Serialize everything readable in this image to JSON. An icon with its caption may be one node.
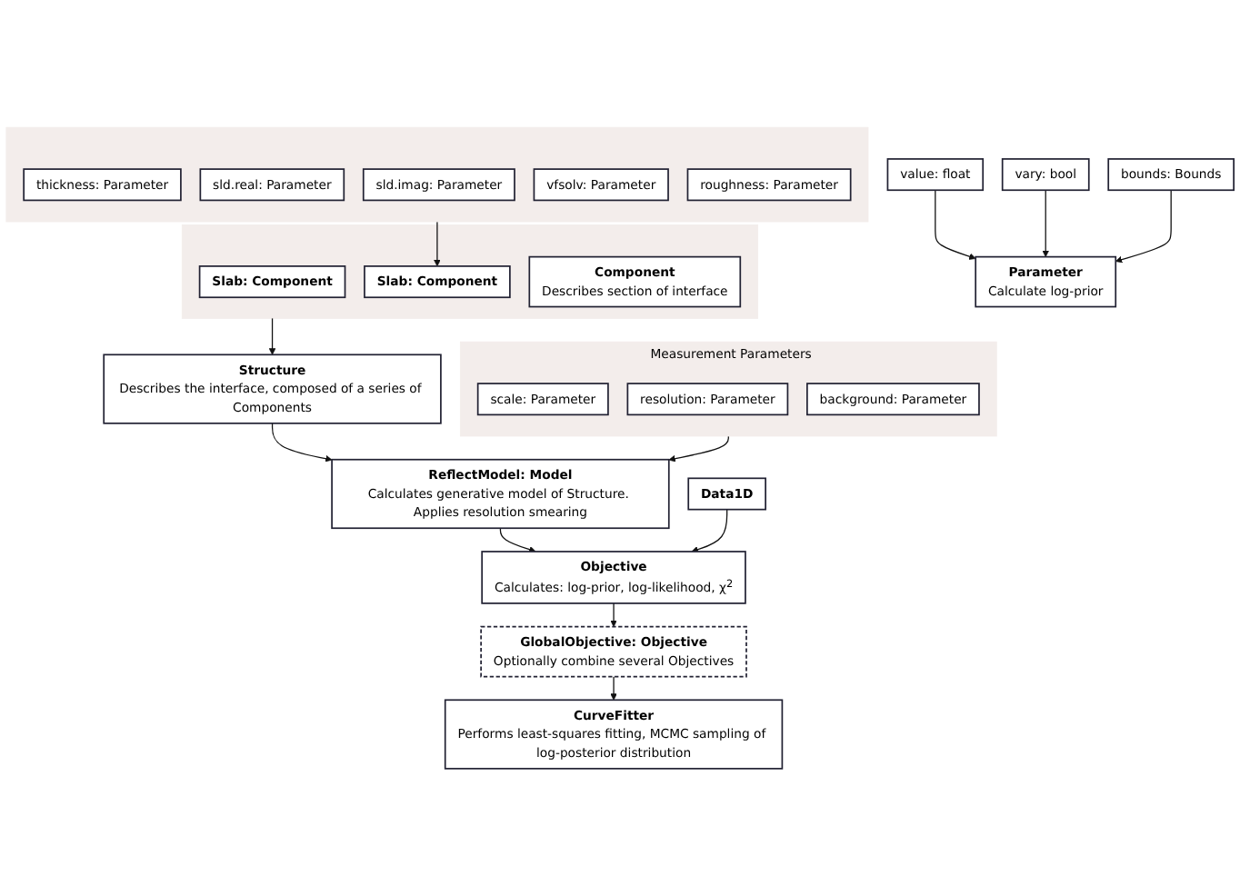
{
  "diagram": {
    "nodes": [
      {
        "text": [
          "Structure",
          "Describes the interface, composed of a series of Components"
        ]
      },
      {
        "text": [],
        "shape": "box"
      },
      {
        "text": [
          "Slab: Component"
        ],
        "in": 1
      },
      {
        "text": [
          "Slab: Component"
        ],
        "in": 1
      },
      {
        "text": [
          "Component",
          "Describes section of interface"
        ],
        "in": 1
      },
      {
        "text": [],
        "shape": "box"
      },
      {
        "text": [
          "thickness: Parameter"
        ],
        "in": 5
      },
      {
        "text": [
          "sld.real: Parameter"
        ],
        "in": 5
      },
      {
        "text": [
          "sld.imag: Parameter"
        ],
        "in": 5
      },
      {
        "text": [
          "vfsolv: Parameter"
        ],
        "in": 5
      },
      {
        "text": [
          "roughness: Parameter"
        ],
        "in": 5
      },
      {
        "text": [
          "ReflectModel: Model",
          "Calculates generative model of Structure. Applies resolution smearing"
        ]
      },
      {
        "text": [
          "Measurement Parameters"
        ]
      },
      {
        "text": [
          "scale: Parameter"
        ],
        "in": 12
      },
      {
        "text": [
          "resolution: Parameter"
        ],
        "in": 12
      },
      {
        "text": [
          "background: Parameter"
        ],
        "in": 12
      },
      {
        "text": [
          "Objective",
          "Calculates: log-prior, log-likelihood, χ$^{2}$"
        ]
      },
      {
        "text": [
          "Data1D"
        ]
      },
      {
        "text": [
          "GlobalObjective: Objective",
          "Optionally combine several Objectives"
        ]
      },
      {
        "text": [
          "CurveFitter",
          "Performs least-squares fitting, MCMC sampling of log-posterior distribution"
        ]
      },
      {
        "text": [
          "Parameter",
          "Calculate log-prior"
        ]
      },
      {
        "text": [
          "value: float"
        ]
      },
      {
        "text": [
          "vary: bool"
        ]
      },
      {
        "text": [
          "bounds: Bounds"
        ]
      }
    ],
    "edges": [
      {
        "from": 1,
        "to": 0,
        "arrow": "to"
      },
      {
        "from": 5,
        "to": 3,
        "arrow": "to"
      },
      {
        "from": 0,
        "to": 11,
        "arrow": "to"
      },
      {
        "from": 12,
        "to": 11,
        "arrow": "to"
      },
      {
        "from": 11,
        "to": 16,
        "arrow": "to"
      },
      {
        "from": 17,
        "to": 16,
        "arrow": "to"
      },
      {
        "from": 16,
        "to": 18,
        "arrow": "to"
      },
      {
        "from": 18,
        "to": 19,
        "arrow": "to"
      },
      {
        "from": 21,
        "to": 20,
        "arrow": "to"
      },
      {
        "from": 22,
        "to": 20,
        "arrow": "to"
      },
      {
        "from": 23,
        "to": 20,
        "arrow": "to"
      }
    ]
  }
}
